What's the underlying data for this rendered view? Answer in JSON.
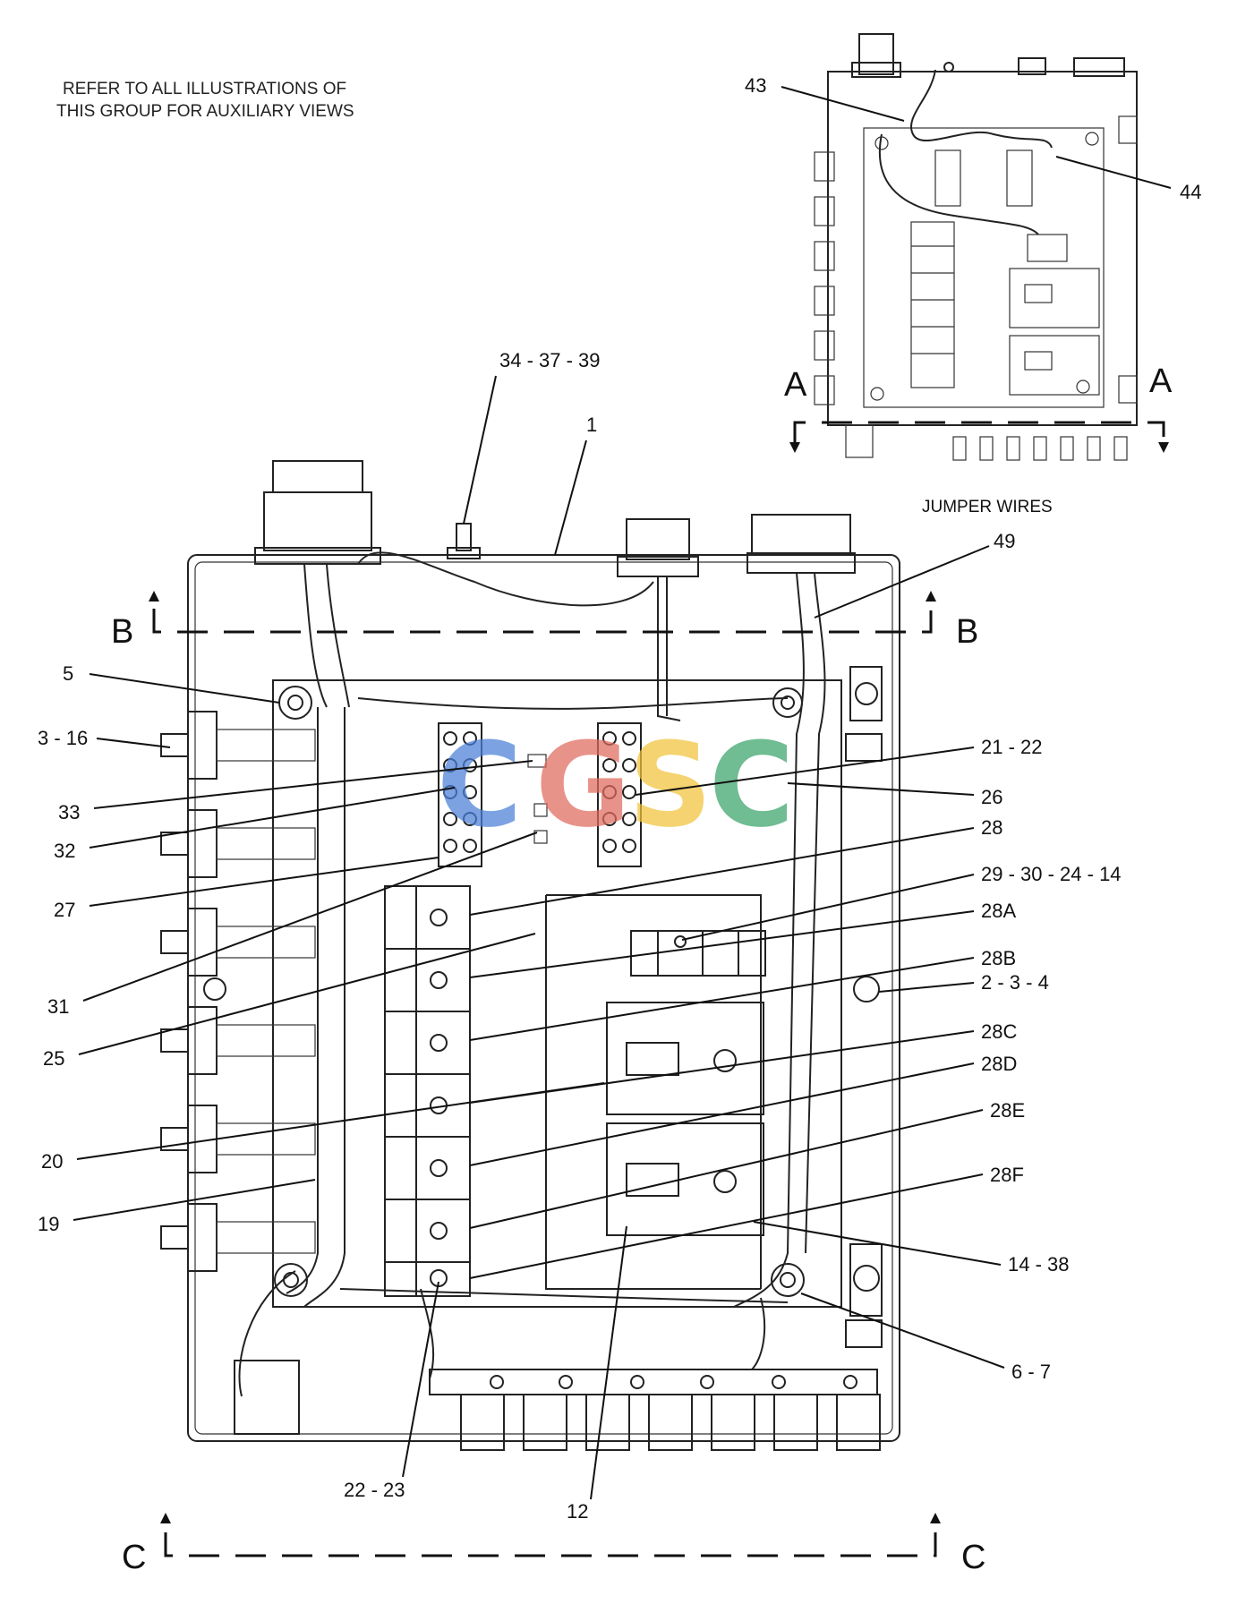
{
  "note": {
    "line1": "REFER TO  ALL ILLUSTRATIONS OF",
    "line2": "THIS GROUP FOR AUXILIARY VIEWS"
  },
  "inset": {
    "caption": "JUMPER WIRES",
    "section_left": "A",
    "section_right": "A"
  },
  "sections": {
    "b_left": "B",
    "b_right": "B",
    "c_left": "C",
    "c_right": "C"
  },
  "callouts": {
    "c43": "43",
    "c44": "44",
    "c49": "49",
    "c34_37_39": "34 - 37 - 39",
    "c1": "1",
    "c5": "5",
    "c3_16": "3 - 16",
    "c33": "33",
    "c32": "32",
    "c27": "27",
    "c31": "31",
    "c25": "25",
    "c20": "20",
    "c19": "19",
    "c21_22": "21 - 22",
    "c26": "26",
    "c28": "28",
    "c29_30_24_14": "29 - 30 - 24 - 14",
    "c28A": "28A",
    "c28B": "28B",
    "c2_3_4": "2 - 3 - 4",
    "c28C": "28C",
    "c28D": "28D",
    "c28E": "28E",
    "c28F": "28F",
    "c14_38": "14 - 38",
    "c6_7": "6 - 7",
    "c22_23": "22 - 23",
    "c12": "12"
  },
  "watermark": {
    "letters": [
      "C",
      "G",
      "S",
      "C"
    ],
    "colors": [
      "#4a7fd8",
      "#e06a5c",
      "#f2c33a",
      "#3aa36a"
    ]
  }
}
